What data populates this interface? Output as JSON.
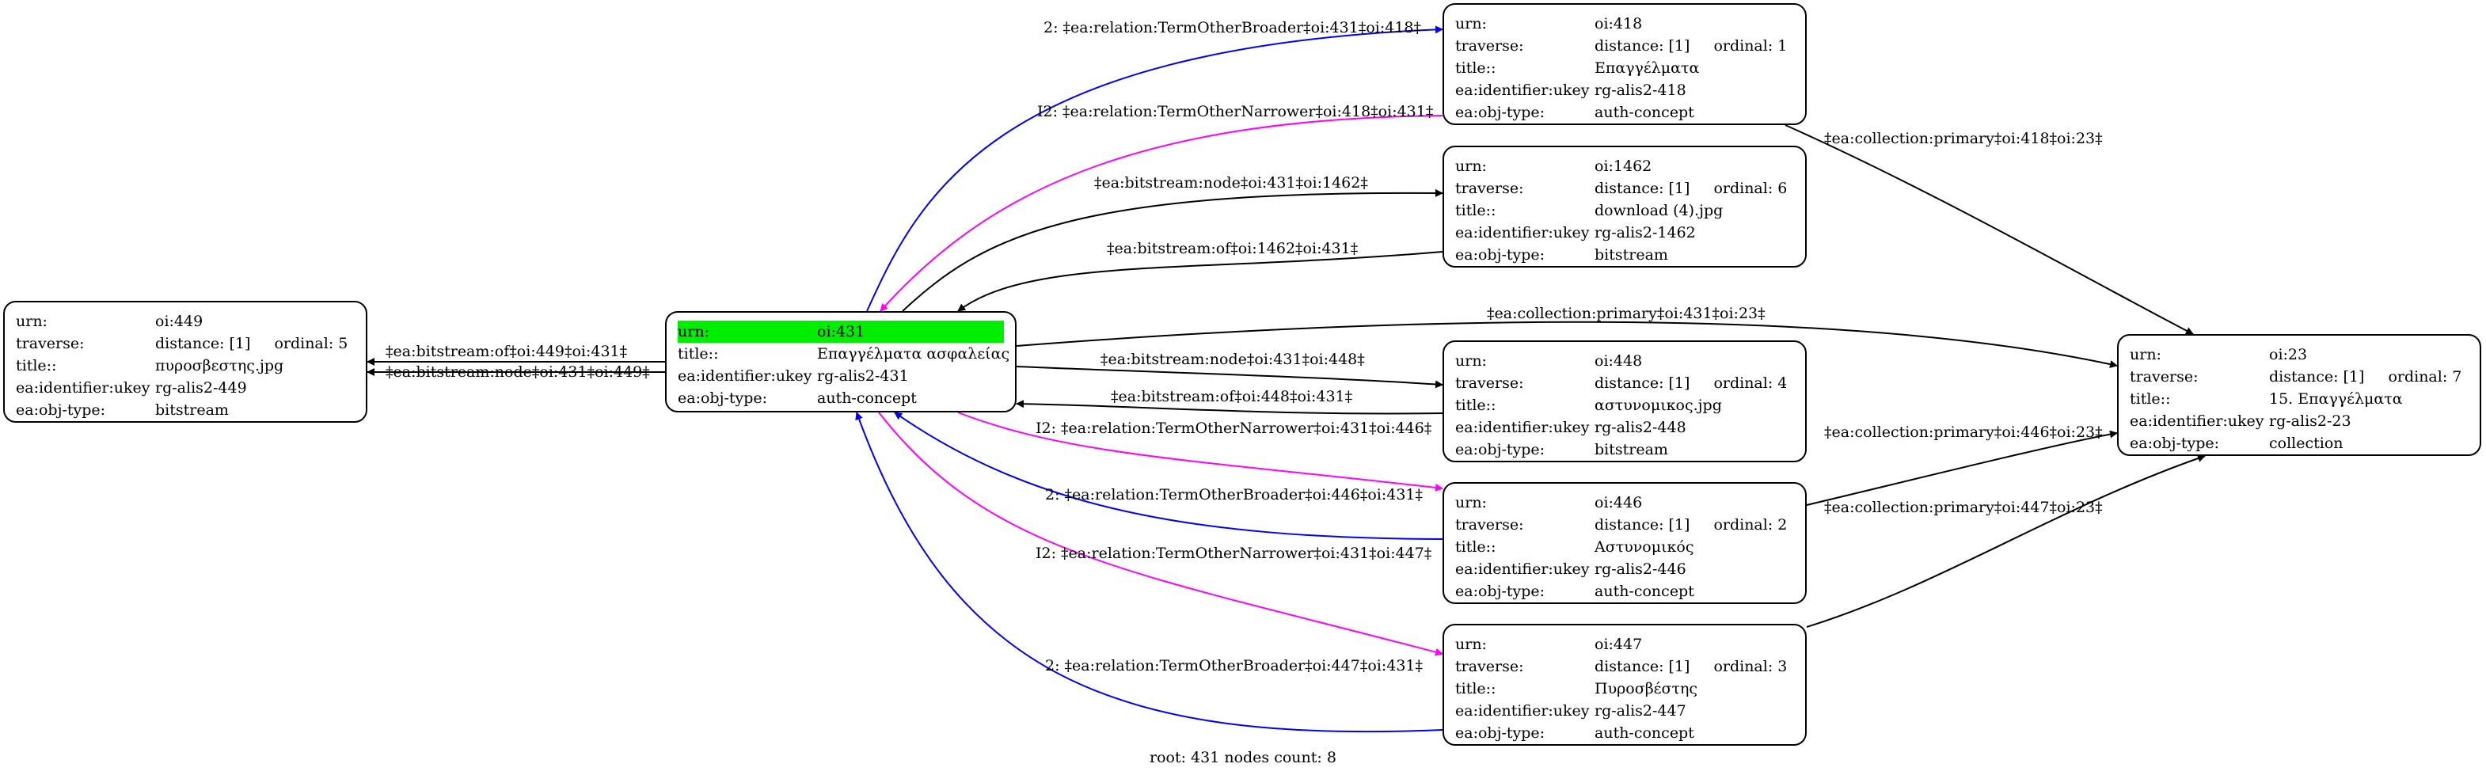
{
  "nodes": {
    "oi449": {
      "rows": [
        {
          "k": "urn:",
          "v": "oi:449"
        },
        {
          "k": "traverse:",
          "v": "distance: [1]",
          "extra": "ordinal: 5"
        },
        {
          "k": "title::",
          "v": "πυροσβεστης.jpg"
        },
        {
          "k": "ea:identifier:ukey",
          "v": "rg-alis2-449"
        },
        {
          "k": "ea:obj-type:",
          "v": "bitstream"
        }
      ]
    },
    "oi431": {
      "rows": [
        {
          "k": "urn:",
          "v": "oi:431",
          "highlight": true
        },
        {
          "k": "title::",
          "v": "Επαγγέλματα ασφαλείας"
        },
        {
          "k": "ea:identifier:ukey",
          "v": "rg-alis2-431"
        },
        {
          "k": "ea:obj-type:",
          "v": "auth-concept"
        }
      ]
    },
    "oi418": {
      "rows": [
        {
          "k": "urn:",
          "v": "oi:418"
        },
        {
          "k": "traverse:",
          "v": "distance: [1]",
          "extra": "ordinal: 1"
        },
        {
          "k": "title::",
          "v": "Επαγγέλματα"
        },
        {
          "k": "ea:identifier:ukey",
          "v": "rg-alis2-418"
        },
        {
          "k": "ea:obj-type:",
          "v": "auth-concept"
        }
      ]
    },
    "oi1462": {
      "rows": [
        {
          "k": "urn:",
          "v": "oi:1462"
        },
        {
          "k": "traverse:",
          "v": "distance: [1]",
          "extra": "ordinal: 6"
        },
        {
          "k": "title::",
          "v": "download (4).jpg"
        },
        {
          "k": "ea:identifier:ukey",
          "v": "rg-alis2-1462"
        },
        {
          "k": "ea:obj-type:",
          "v": "bitstream"
        }
      ]
    },
    "oi448": {
      "rows": [
        {
          "k": "urn:",
          "v": "oi:448"
        },
        {
          "k": "traverse:",
          "v": "distance: [1]",
          "extra": "ordinal: 4"
        },
        {
          "k": "title::",
          "v": "αστυνομικος.jpg"
        },
        {
          "k": "ea:identifier:ukey",
          "v": "rg-alis2-448"
        },
        {
          "k": "ea:obj-type:",
          "v": "bitstream"
        }
      ]
    },
    "oi446": {
      "rows": [
        {
          "k": "urn:",
          "v": "oi:446"
        },
        {
          "k": "traverse:",
          "v": "distance: [1]",
          "extra": "ordinal: 2"
        },
        {
          "k": "title::",
          "v": "Αστυνομικός"
        },
        {
          "k": "ea:identifier:ukey",
          "v": "rg-alis2-446"
        },
        {
          "k": "ea:obj-type:",
          "v": "auth-concept"
        }
      ]
    },
    "oi447": {
      "rows": [
        {
          "k": "urn:",
          "v": "oi:447"
        },
        {
          "k": "traverse:",
          "v": "distance: [1]",
          "extra": "ordinal: 3"
        },
        {
          "k": "title::",
          "v": "Πυροσβέστης"
        },
        {
          "k": "ea:identifier:ukey",
          "v": "rg-alis2-447"
        },
        {
          "k": "ea:obj-type:",
          "v": "auth-concept"
        }
      ]
    },
    "oi23": {
      "rows": [
        {
          "k": "urn:",
          "v": "oi:23"
        },
        {
          "k": "traverse:",
          "v": "distance: [1]",
          "extra": "ordinal: 7"
        },
        {
          "k": "title::",
          "v": "15. Επαγγέλματα"
        },
        {
          "k": "ea:identifier:ukey",
          "v": "rg-alis2-23"
        },
        {
          "k": "ea:obj-type:",
          "v": "collection"
        }
      ]
    }
  },
  "edges": [
    {
      "label": "‡ea:bitstream:of‡oi:449‡oi:431‡",
      "color": "#000000"
    },
    {
      "label": "‡ea:bitstream:node‡oi:431‡oi:449‡",
      "color": "#000000"
    },
    {
      "label": "2: ‡ea:relation:TermOtherBroader‡oi:431‡oi:418‡",
      "color": "#0000ff"
    },
    {
      "label": "I2: ‡ea:relation:TermOtherNarrower‡oi:418‡oi:431‡",
      "color": "#ff00ff"
    },
    {
      "label": "‡ea:bitstream:node‡oi:431‡oi:1462‡",
      "color": "#000000"
    },
    {
      "label": "‡ea:bitstream:of‡oi:1462‡oi:431‡",
      "color": "#000000"
    },
    {
      "label": "‡ea:collection:primary‡oi:431‡oi:23‡",
      "color": "#000000"
    },
    {
      "label": "‡ea:bitstream:node‡oi:431‡oi:448‡",
      "color": "#000000"
    },
    {
      "label": "‡ea:bitstream:of‡oi:448‡oi:431‡",
      "color": "#000000"
    },
    {
      "label": "I2: ‡ea:relation:TermOtherNarrower‡oi:431‡oi:446‡",
      "color": "#ff00ff"
    },
    {
      "label": "2: ‡ea:relation:TermOtherBroader‡oi:446‡oi:431‡",
      "color": "#0000ff"
    },
    {
      "label": "I2: ‡ea:relation:TermOtherNarrower‡oi:431‡oi:447‡",
      "color": "#ff00ff"
    },
    {
      "label": "2: ‡ea:relation:TermOtherBroader‡oi:447‡oi:431‡",
      "color": "#0000ff"
    },
    {
      "label": "‡ea:collection:primary‡oi:418‡oi:23‡",
      "color": "#000000"
    },
    {
      "label": "‡ea:collection:primary‡oi:446‡oi:23‡",
      "color": "#000000"
    },
    {
      "label": "‡ea:collection:primary‡oi:447‡oi:23‡",
      "color": "#000000"
    }
  ],
  "colors": {
    "highlight": "#00ee00",
    "broader": "#0000ff",
    "narrower": "#ff00ff",
    "default": "#000000"
  },
  "footer": "root: 431 nodes count: 8"
}
